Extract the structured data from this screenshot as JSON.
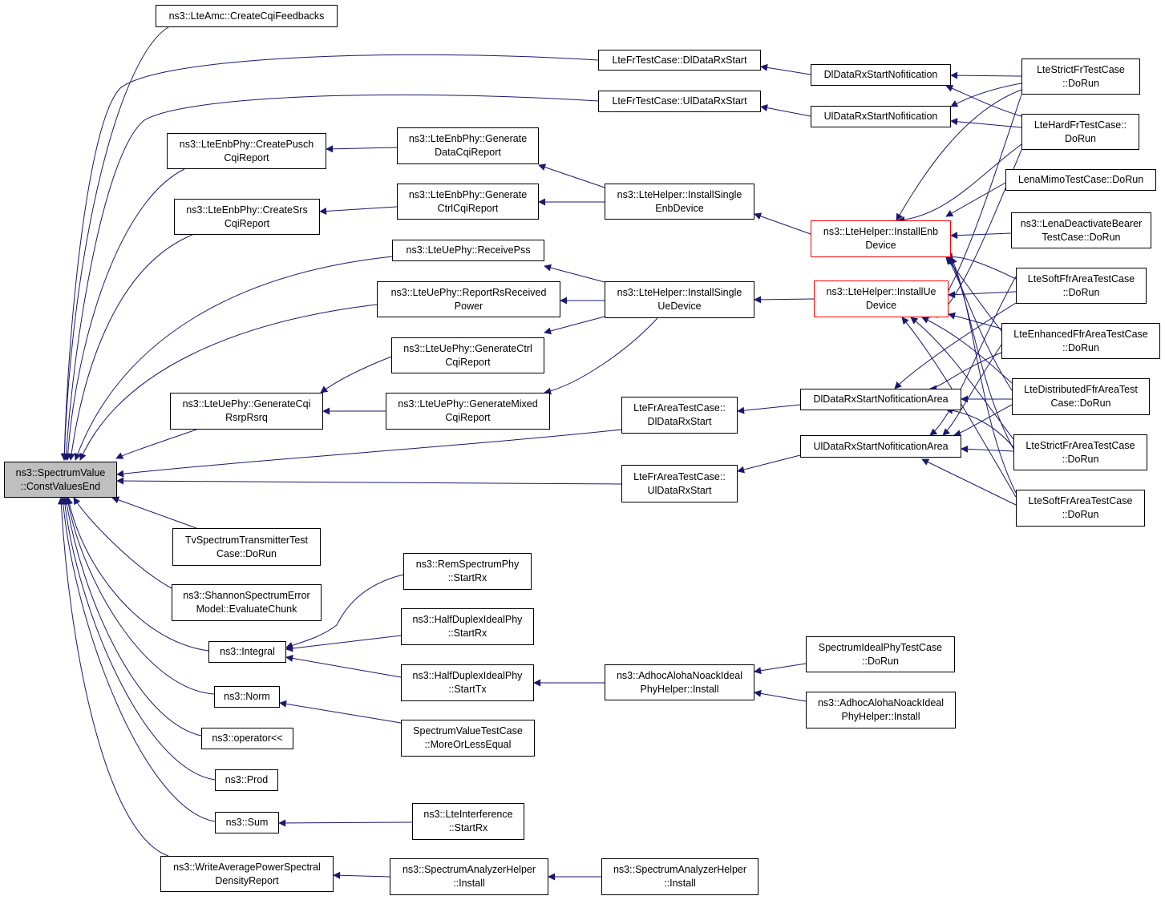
{
  "diagram": {
    "edge_color": "#191970",
    "focus_fill": "#bfbfbf",
    "highlight_border": "#ff0000",
    "nodes": {
      "root": [
        "ns3::SpectrumValue",
        "::ConstValuesEnd"
      ],
      "amc_cqi": [
        "ns3::LteAmc::CreateCqiFeedbacks"
      ],
      "fr_dl_rx": [
        "LteFrTestCase::DlDataRxStart"
      ],
      "fr_ul_rx": [
        "LteFrTestCase::UlDataRxStart"
      ],
      "dl_notif": [
        "DlDataRxStartNofitication"
      ],
      "ul_notif": [
        "UlDataRxStartNofitication"
      ],
      "strict_fr": [
        "LteStrictFrTestCase",
        "::DoRun"
      ],
      "hard_fr": [
        "LteHardFrTestCase::",
        "DoRun"
      ],
      "enb_pusch": [
        "ns3::LteEnbPhy::CreatePusch",
        "CqiReport"
      ],
      "enb_gen_data": [
        "ns3::LteEnbPhy::Generate",
        "DataCqiReport"
      ],
      "enb_srs": [
        "ns3::LteEnbPhy::CreateSrs",
        "CqiReport"
      ],
      "enb_gen_ctrl": [
        "ns3::LteEnbPhy::Generate",
        "CtrlCqiReport"
      ],
      "inst_single_enb": [
        "ns3::LteHelper::InstallSingle",
        "EnbDevice"
      ],
      "inst_enb": [
        "ns3::LteHelper::InstallEnb",
        "Device"
      ],
      "mimo": [
        "LenaMimoTestCase::DoRun"
      ],
      "deactivate": [
        "ns3::LenaDeactivateBearer",
        "TestCase::DoRun"
      ],
      "ue_pss": [
        "ns3::LteUePhy::ReceivePss"
      ],
      "ue_rs_power": [
        "ns3::LteUePhy::ReportRsReceived",
        "Power"
      ],
      "inst_single_ue": [
        "ns3::LteHelper::InstallSingle",
        "UeDevice"
      ],
      "inst_ue": [
        "ns3::LteHelper::InstallUe",
        "Device"
      ],
      "soft_ffr": [
        "LteSoftFfrAreaTestCase",
        "::DoRun"
      ],
      "enh_ffr": [
        "LteEnhancedFfrAreaTestCase",
        "::DoRun"
      ],
      "ue_gen_ctrl": [
        "ns3::LteUePhy::GenerateCtrl",
        "CqiReport"
      ],
      "ue_rsrp": [
        "ns3::LteUePhy::GenerateCqi",
        "RsrpRsrq"
      ],
      "ue_gen_mixed": [
        "ns3::LteUePhy::GenerateMixed",
        "CqiReport"
      ],
      "fra_dl_rx": [
        "LteFrAreaTestCase::",
        "DlDataRxStart"
      ],
      "dl_notif_area": [
        "DlDataRxStartNofiticationArea"
      ],
      "dist_ffr": [
        "LteDistributedFfrAreaTest",
        "Case::DoRun"
      ],
      "ul_notif_area": [
        "UlDataRxStartNofiticationArea"
      ],
      "strict_fr_area": [
        "LteStrictFrAreaTestCase",
        "::DoRun"
      ],
      "fra_ul_rx": [
        "LteFrAreaTestCase::",
        "UlDataRxStart"
      ],
      "soft_fr_area": [
        "LteSoftFrAreaTestCase",
        "::DoRun"
      ],
      "tv_tx": [
        "TvSpectrumTransmitterTest",
        "Case::DoRun"
      ],
      "shannon": [
        "ns3::ShannonSpectrumError",
        "Model::EvaluateChunk"
      ],
      "rem_rx": [
        "ns3::RemSpectrumPhy",
        "::StartRx"
      ],
      "hd_rx": [
        "ns3::HalfDuplexIdealPhy",
        "::StartRx"
      ],
      "integral": [
        "ns3::Integral"
      ],
      "hd_tx": [
        "ns3::HalfDuplexIdealPhy",
        "::StartTx"
      ],
      "aloha_install": [
        "ns3::AdhocAlohaNoackIdeal",
        "PhyHelper::Install"
      ],
      "ideal_phy_tc": [
        "SpectrumIdealPhyTestCase",
        "::DoRun"
      ],
      "aloha_install2": [
        "ns3::AdhocAlohaNoackIdeal",
        "PhyHelper::Install"
      ],
      "norm": [
        "ns3::Norm"
      ],
      "sv_tc": [
        "SpectrumValueTestCase",
        "::MoreOrLessEqual"
      ],
      "op_shift": [
        "ns3::operator<<"
      ],
      "prod": [
        "ns3::Prod"
      ],
      "sum": [
        "ns3::Sum"
      ],
      "lte_interf": [
        "ns3::LteInterference",
        "::StartRx"
      ],
      "write_psd": [
        "ns3::WriteAveragePowerSpectral",
        "DensityReport"
      ],
      "sa_install": [
        "ns3::SpectrumAnalyzerHelper",
        "::Install"
      ],
      "sa_install2": [
        "ns3::SpectrumAnalyzerHelper",
        "::Install"
      ]
    }
  }
}
